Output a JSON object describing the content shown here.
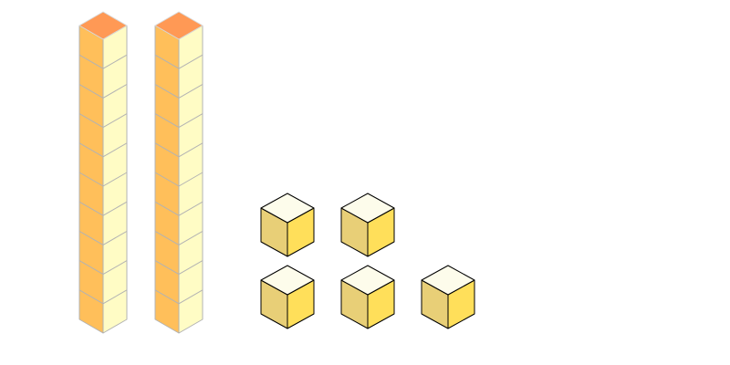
{
  "scene": {
    "rods": {
      "count": 2,
      "cubes_per_rod": 10
    },
    "unit_cubes": {
      "count": 5
    }
  },
  "colors": {
    "background": "#ffffff",
    "rod_top": "#FF9955",
    "rod_left": "#FFBF5A",
    "rod_right": "#FFFCC5",
    "rod_edge": "#B3B3B3",
    "rod_top_edge": "#D9D9D9",
    "unit_top": "#FDFCEB",
    "unit_left": "#E8CF77",
    "unit_right": "#FFDF5A",
    "unit_edge": "#000000"
  }
}
